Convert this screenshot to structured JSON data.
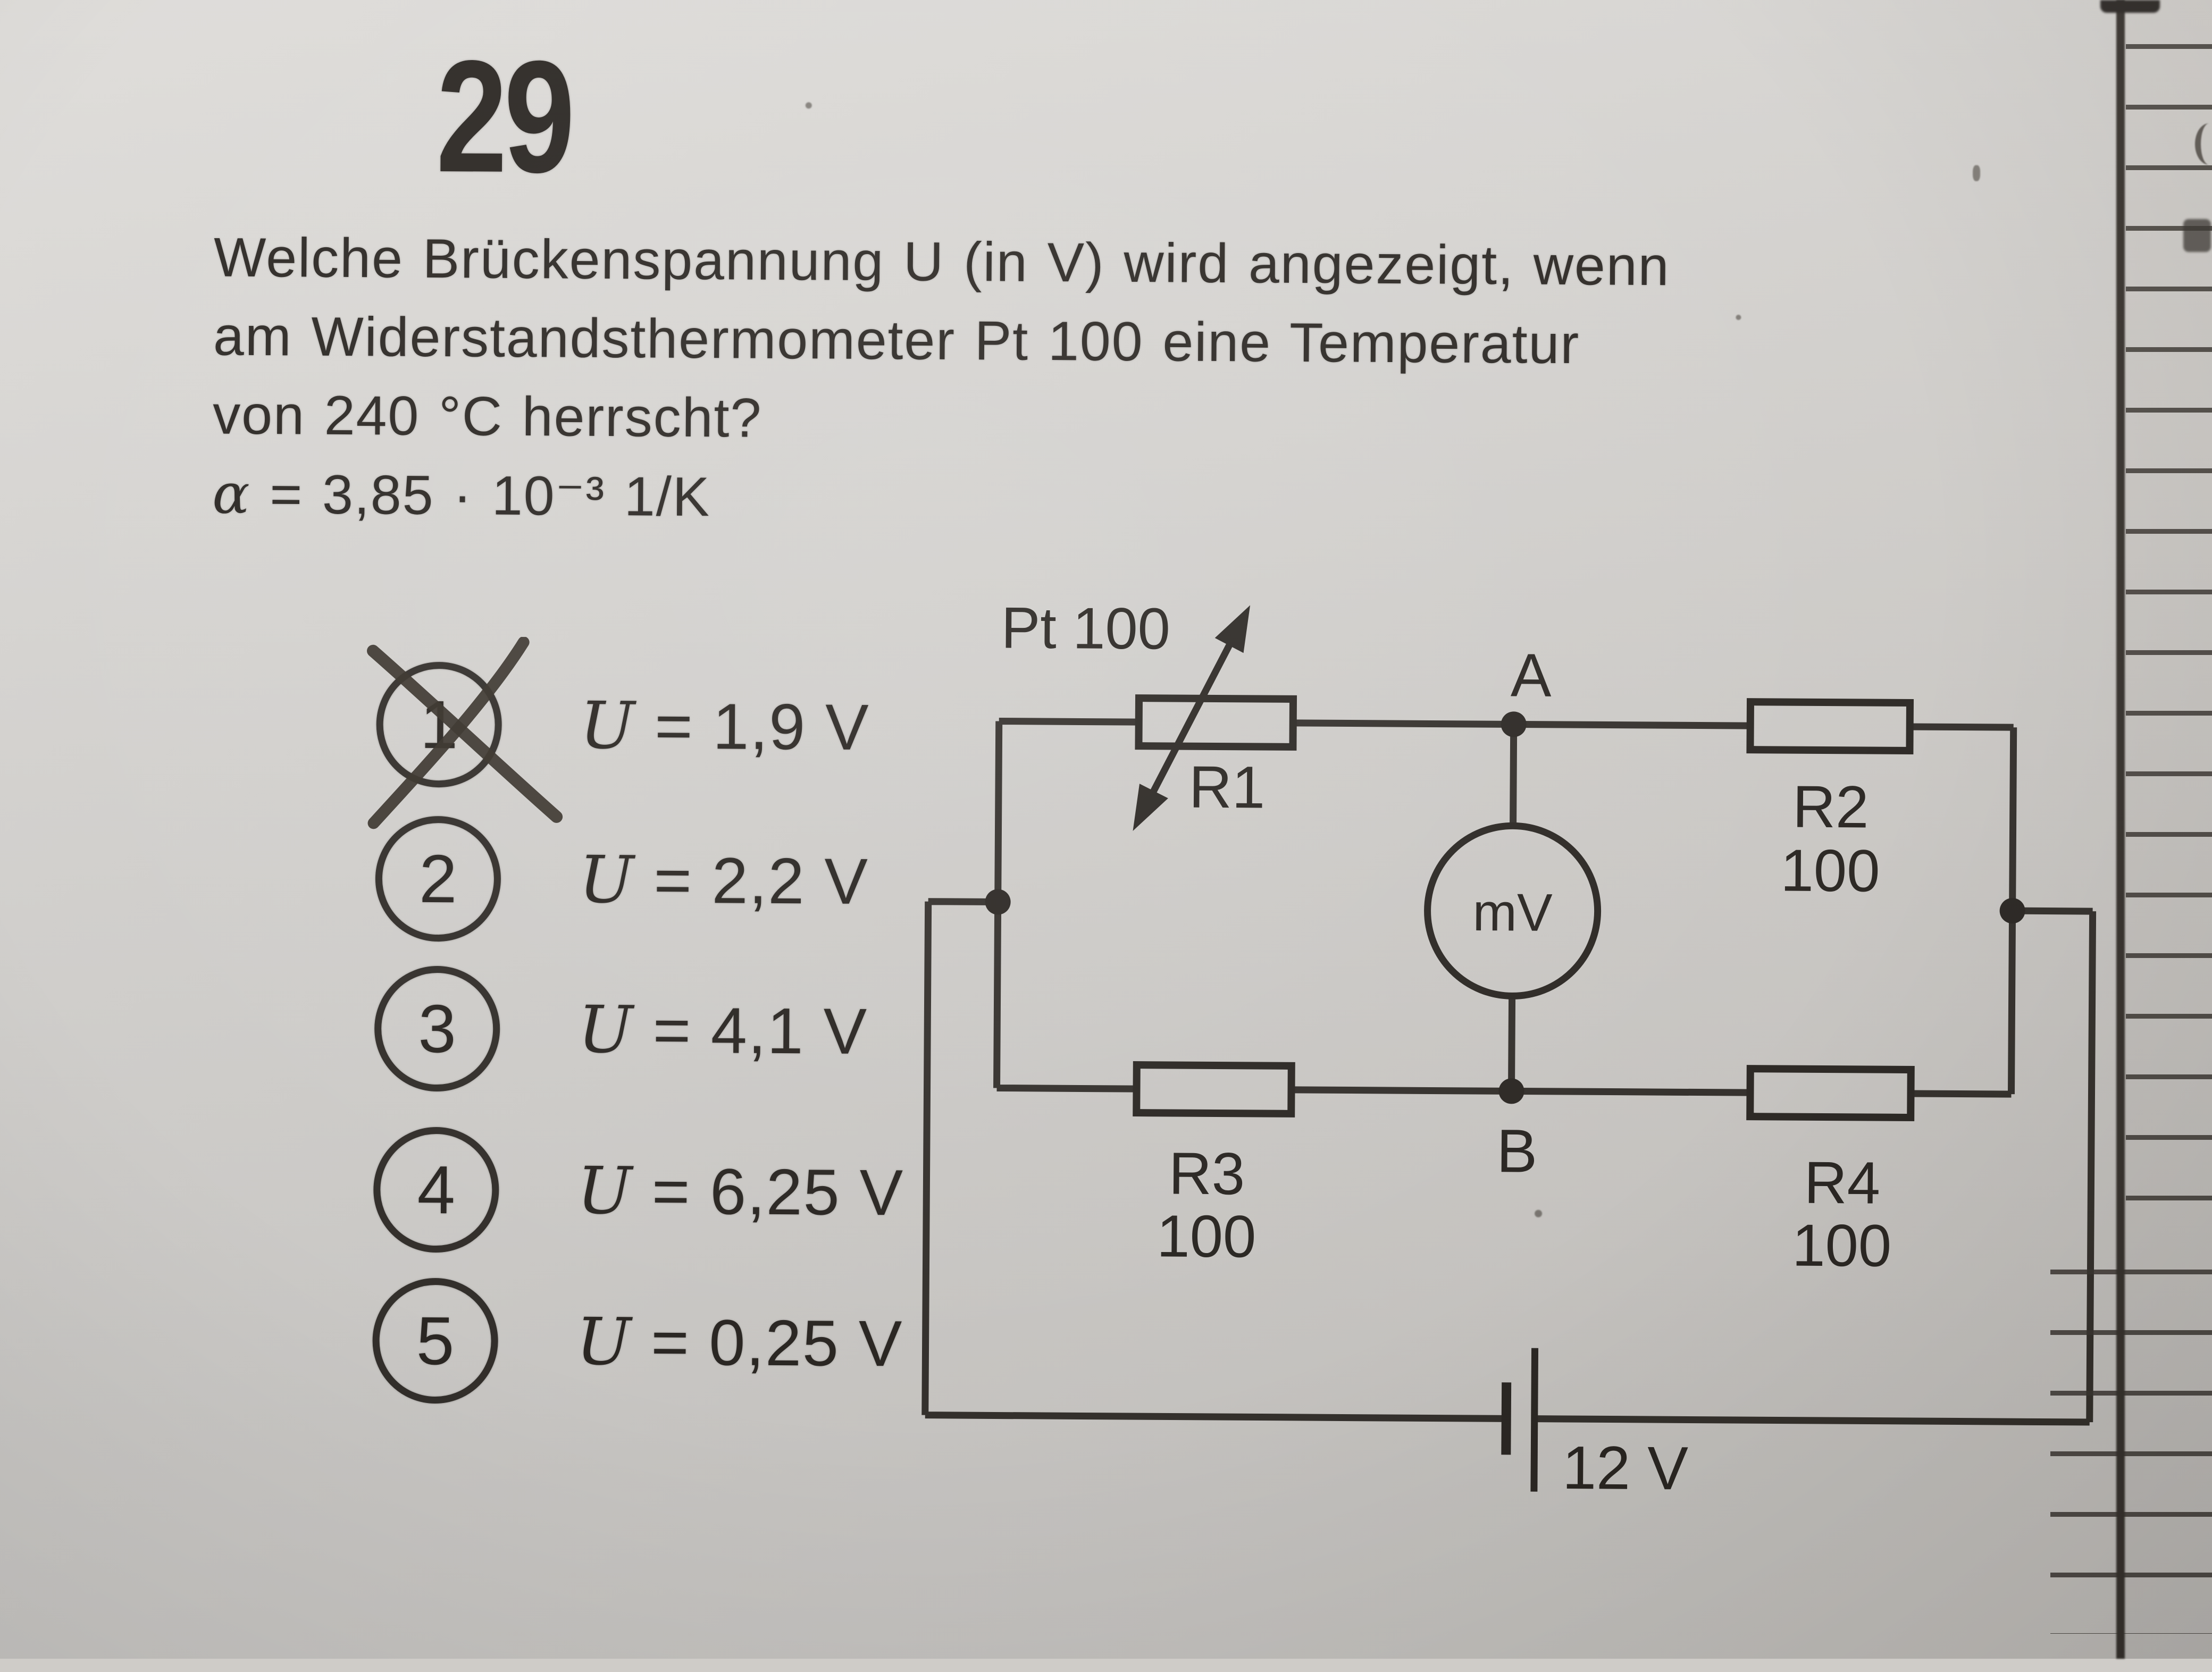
{
  "photo": {
    "problem_number": "29",
    "question": {
      "lines": [
        "Welche Brückenspannung U (in V) wird angezeigt, wenn",
        "am Widerstandsthermometer Pt 100 eine Temperatur",
        "von 240 °C herrscht?",
        "α = 3,85 · 10⁻³ 1/K"
      ]
    },
    "options": [
      {
        "number": "1",
        "label": "U = 1,9 V",
        "crossed_out": true
      },
      {
        "number": "2",
        "label": "U = 2,2 V",
        "crossed_out": false
      },
      {
        "number": "3",
        "label": "U = 4,1 V",
        "crossed_out": false
      },
      {
        "number": "4",
        "label": "U = 6,25 V",
        "crossed_out": false
      },
      {
        "number": "5",
        "label": "U = 0,25 V",
        "crossed_out": false
      }
    ],
    "circuit": {
      "sensor_label": "Pt 100",
      "resistors": {
        "r1": {
          "name": "R1"
        },
        "r2": {
          "name": "R2",
          "value": "100"
        },
        "r3": {
          "name": "R3",
          "value": "100"
        },
        "r4": {
          "name": "R4",
          "value": "100"
        }
      },
      "nodes": {
        "a": "A",
        "b": "B"
      },
      "meter_label": "mV",
      "battery_label": "12 V"
    },
    "colors": {
      "ink": "#2c2824",
      "paper": "#d7d5d2"
    }
  }
}
